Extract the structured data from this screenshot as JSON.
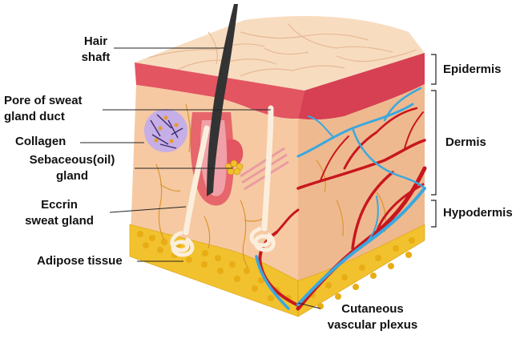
{
  "labels": {
    "hair_shaft": "Hair\nshaft",
    "pore": "Pore of sweat\ngland duct",
    "collagen": "Collagen",
    "sebaceous": "Sebaceous(oil)\ngland",
    "eccrin": "Eccrin\nsweat gland",
    "adipose": "Adipose tissue",
    "cutaneous": "Cutaneous\nvascular plexus",
    "epidermis": "Epidermis",
    "dermis": "Dermis",
    "hypodermis": "Hypodermis"
  },
  "colors": {
    "skin_top": "#f8dcc0",
    "epidermis": "#e35561",
    "dermis": "#f6c9a2",
    "dermis_side": "#efb98f",
    "adipose": "#f2c12e",
    "artery": "#c8171e",
    "vein": "#3aa8df",
    "hair": "#333333",
    "collagen_bg": "#c6aee6",
    "nerve": "#d9962f"
  }
}
